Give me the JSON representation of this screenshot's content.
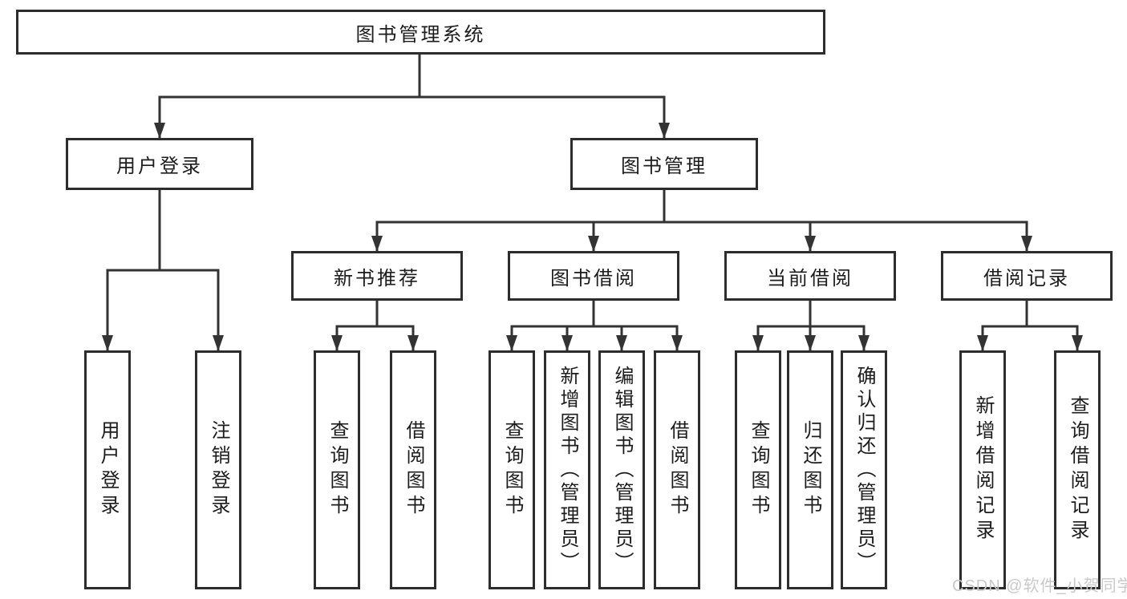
{
  "diagram": {
    "root": {
      "label": "图书管理系统"
    },
    "branches": [
      {
        "label": "用户登录",
        "children": [
          {
            "label": "用户登录"
          },
          {
            "label": "注销登录"
          }
        ]
      },
      {
        "label": "图书管理",
        "children": [
          {
            "label": "新书推荐",
            "children": [
              {
                "label": "查询图书"
              },
              {
                "label": "借阅图书"
              }
            ]
          },
          {
            "label": "图书借阅",
            "children": [
              {
                "label": "查询图书"
              },
              {
                "label": "新增图书（管理员）"
              },
              {
                "label": "编辑图书（管理员）"
              },
              {
                "label": "借阅图书"
              }
            ]
          },
          {
            "label": "当前借阅",
            "children": [
              {
                "label": "查询图书"
              },
              {
                "label": "归还图书"
              },
              {
                "label": "确认归还（管理员）"
              }
            ]
          },
          {
            "label": "借阅记录",
            "children": [
              {
                "label": "新增借阅记录"
              },
              {
                "label": "查询借阅记录"
              }
            ]
          }
        ]
      }
    ]
  },
  "colors": {
    "line": "#333333",
    "box_border": "#2d2d2d",
    "text": "#1c1c1c",
    "watermark": "#c9c9c9"
  },
  "watermark": {
    "text": "CSDN @软件_小贺同学"
  }
}
